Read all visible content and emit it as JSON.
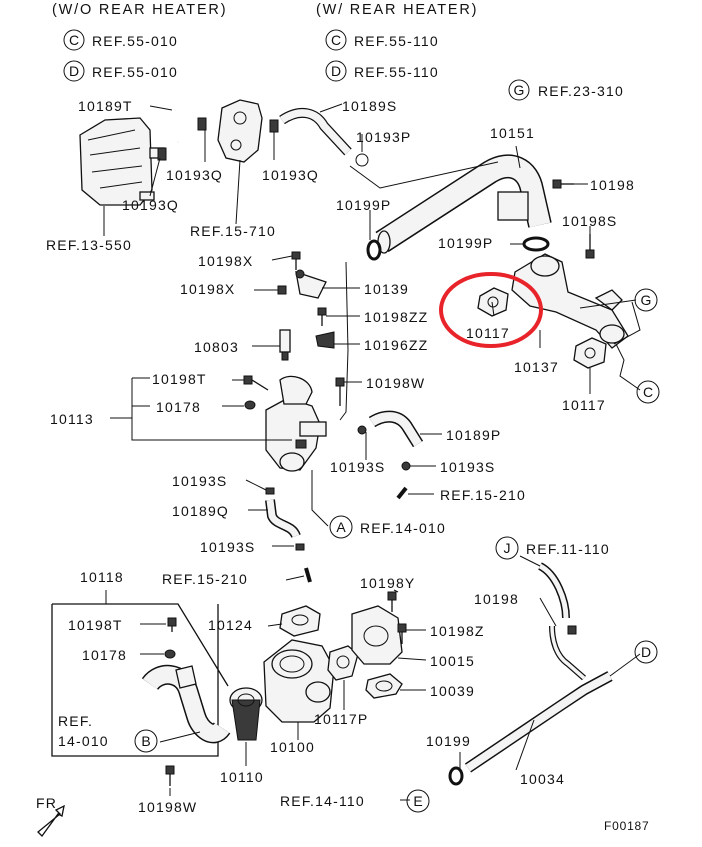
{
  "headers": {
    "wo_rear_heater": "(W/O REAR HEATER)",
    "w_rear_heater": "(W/ REAR HEATER)"
  },
  "ref_list": [
    {
      "letter": "C",
      "ref": "REF.55-010"
    },
    {
      "letter": "D",
      "ref": "REF.55-010"
    },
    {
      "letter": "C",
      "ref": "REF.55-110"
    },
    {
      "letter": "D",
      "ref": "REF.55-110"
    },
    {
      "letter": "G",
      "ref": "REF.23-310"
    }
  ],
  "callout_letters": [
    "G",
    "C",
    "A",
    "B",
    "J",
    "D",
    "E"
  ],
  "labels": [
    "10189T",
    "10189S",
    "10193P",
    "10151",
    "10198",
    "10193Q",
    "10193Q",
    "10193Q",
    "REF.13-550",
    "REF.15-710",
    "10199P",
    "10198S",
    "10199P",
    "10198X",
    "10198X",
    "10139",
    "10198ZZ",
    "10196ZZ",
    "10117",
    "10137",
    "10117",
    "10803",
    "10198T",
    "10198W",
    "10113",
    "10178",
    "10189P",
    "10193S",
    "10193S",
    "10193S",
    "REF.15-210",
    "REF.14-010",
    "10189Q",
    "10193S",
    "10118",
    "REF.15-210",
    "REF.11-110",
    "10198Y",
    "10198T",
    "10124",
    "10198Z",
    "10198",
    "10178",
    "10015",
    "10039",
    "REF.",
    "14-010",
    "10117P",
    "10100",
    "10199",
    "10034",
    "10110",
    "10198W",
    "REF.14-110",
    "FR",
    "F00187"
  ],
  "highlight": {
    "part": "10117",
    "color": "#e8242a"
  }
}
